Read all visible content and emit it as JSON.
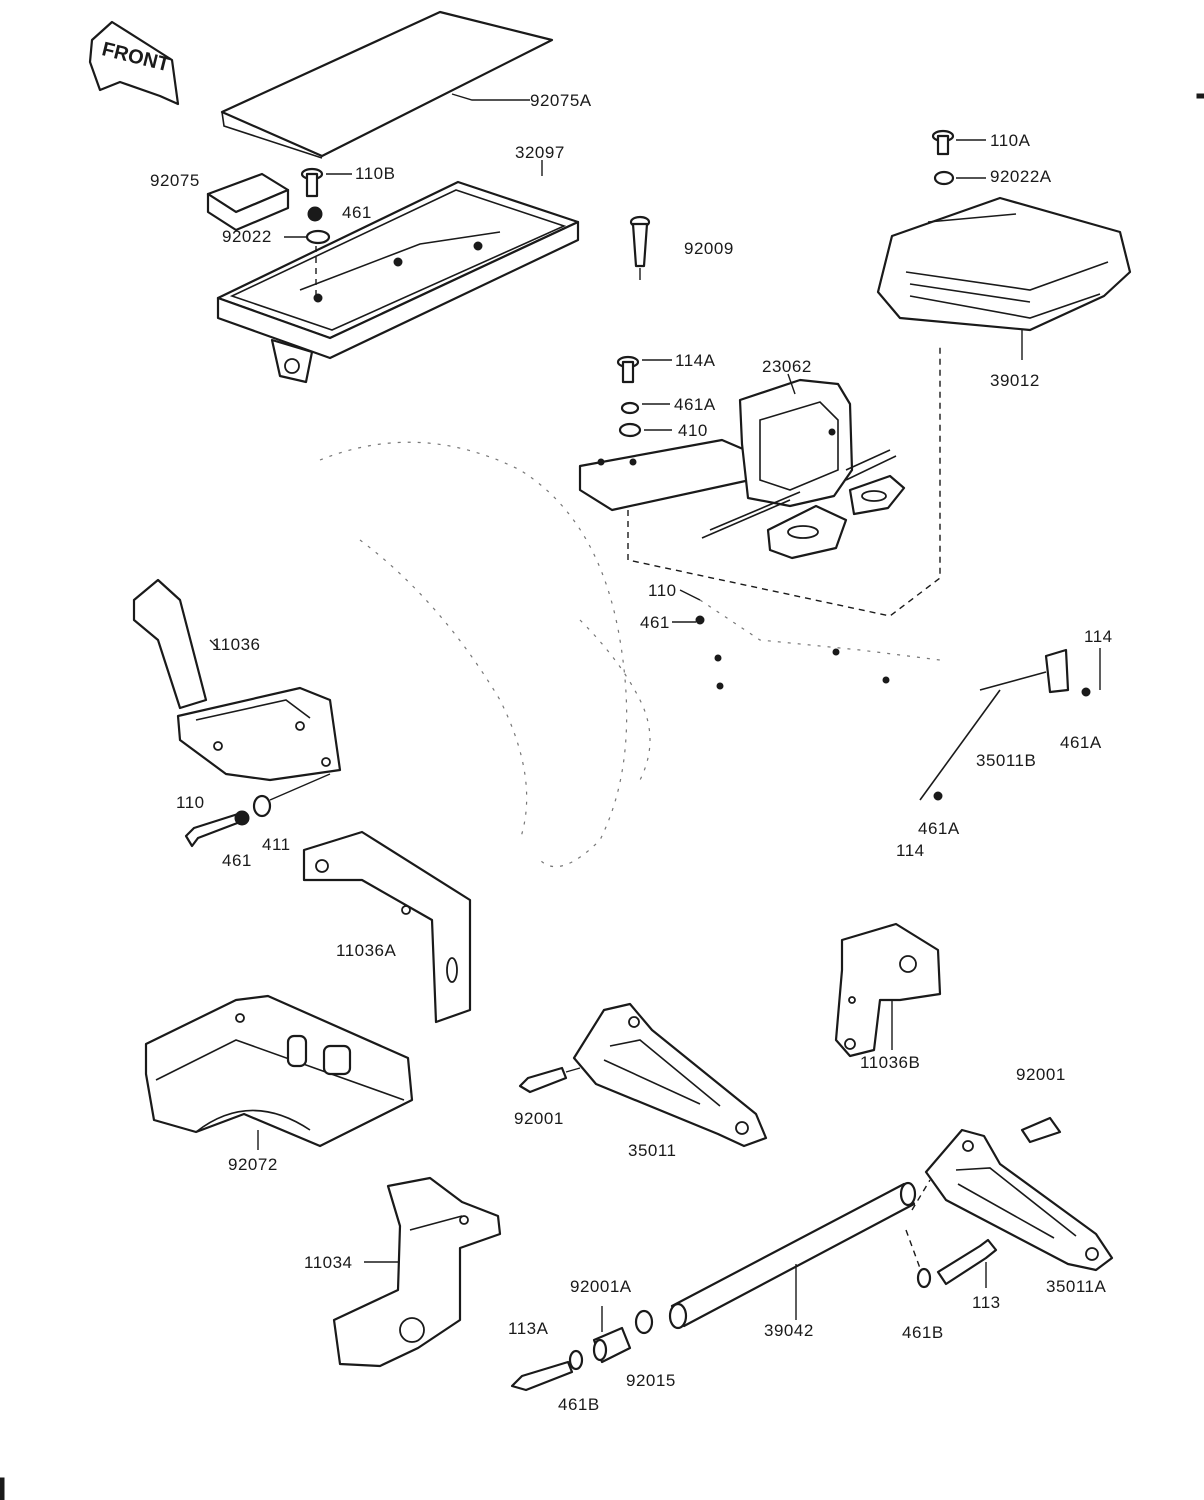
{
  "doc_ref": "",
  "front_label": "FRONT",
  "labels": {
    "92075A": "92075A",
    "32097": "32097",
    "92075": "92075",
    "110B": "110B",
    "461_a": "461",
    "92022": "92022",
    "92009": "92009",
    "110A": "110A",
    "92022A": "92022A",
    "39012": "39012",
    "23062": "23062",
    "114A_a": "114A",
    "461A_a": "461A",
    "410": "410",
    "11036": "11036",
    "110_a": "110",
    "461_b": "461",
    "114_a": "114",
    "461A_b": "461A",
    "35011B": "35011B",
    "461A_c": "461A",
    "114_b": "114",
    "110_b": "110",
    "461_c": "461",
    "411": "411",
    "11036A": "11036A",
    "11036B": "11036B",
    "92001_a": "92001",
    "92001_b": "92001",
    "35011": "35011",
    "92072": "92072",
    "11034": "11034",
    "92001A": "92001A",
    "113A": "113A",
    "461B_a": "461B",
    "92015": "92015",
    "39042": "39042",
    "461B_b": "461B",
    "113": "113",
    "35011A": "35011A"
  }
}
